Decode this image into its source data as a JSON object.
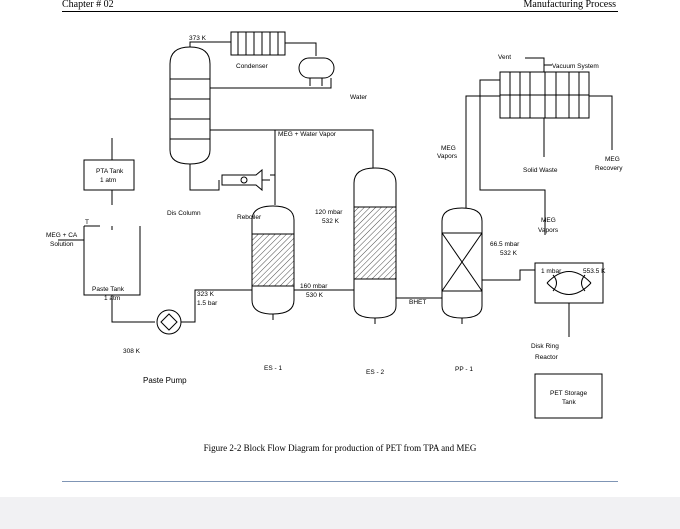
{
  "header": {
    "chapter": "Chapter # 02",
    "section": "Manufacturing Process"
  },
  "labels": {
    "t373": "373 K",
    "condenser": "Condenser",
    "water": "Water",
    "meg_water_vapor": "MEG + Water Vapor",
    "vent": "Vent",
    "vacuum_system": "Vacuum System",
    "meg_vapors_1a": "MEG",
    "meg_vapors_1b": "Vapors",
    "solid_waste": "Solid Waste",
    "meg_recovery_a": "MEG",
    "meg_recovery_b": "Recovery",
    "pta_tank_a": "PTA Tank",
    "pta_tank_b": "1 atm",
    "dis_column": "Dis Column",
    "reboiler": "Reboiler",
    "p120": "120 mbar",
    "t532a": "532 K",
    "meg_vapors_2a": "MEG",
    "meg_vapors_2b": "Vapors",
    "t_mark": "T",
    "meg_ca_a": "MEG + CA",
    "meg_ca_b": "Solution",
    "p66": "66.5 mbar",
    "t532b": "532 K",
    "p1": "1 mbar",
    "t553": "553.5 K",
    "paste_tank_a": "Paste Tank",
    "paste_tank_b": "1 atm",
    "t323": "323 K",
    "p15": "1.5 bar",
    "p160": "160 mbar",
    "t530": "530 K",
    "bhet": "BHET",
    "t308": "308 K",
    "disk_ring_a": "Disk Ring",
    "disk_ring_b": "Reactor",
    "es1": "ES - 1",
    "es2": "ES - 2",
    "pp1": "PP - 1",
    "paste_pump": "Paste Pump",
    "pet_storage_a": "PET Storage",
    "pet_storage_b": "Tank"
  },
  "caption": "Figure 2-2 Block Flow Diagram for production of PET from TPA and MEG"
}
